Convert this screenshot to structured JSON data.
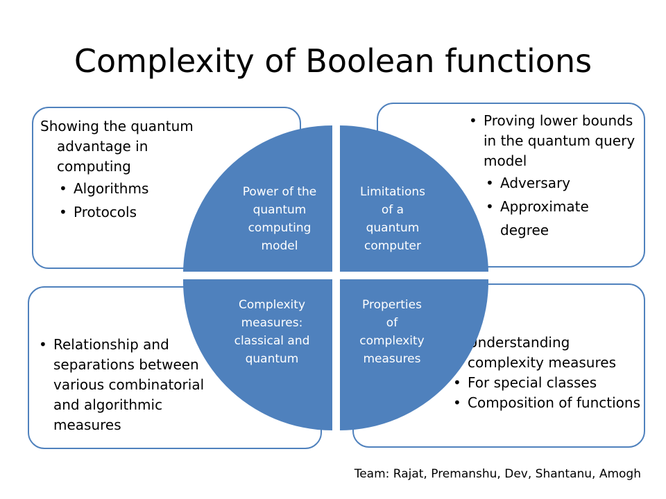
{
  "title": "Complexity of Boolean functions",
  "colors": {
    "quadrant_fill": "#4f81bd",
    "box_border": "#4f81bd",
    "quadrant_text": "#ffffff"
  },
  "quadrants": {
    "top_left": [
      "Power of the",
      "quantum",
      "computing",
      "model"
    ],
    "top_right": [
      "Limitations",
      "of a",
      "quantum",
      "computer"
    ],
    "bottom_left": [
      "Complexity",
      "measures:",
      "classical and",
      "quantum"
    ],
    "bottom_right": [
      "Properties",
      "of",
      "complexity",
      "measures"
    ]
  },
  "boxes": {
    "top_left": {
      "heading": "Showing the quantum advantage in computing",
      "items": [
        "Algorithms",
        "Protocols"
      ]
    },
    "top_right": {
      "heading": "Proving lower bounds in the quantum query model",
      "items": [
        "Adversary",
        "Approximate degree"
      ]
    },
    "bottom_left": {
      "items": [
        "Relationship and separations between various combinatorial and algorithmic measures"
      ]
    },
    "bottom_right": {
      "heading": "Understanding complexity measures",
      "items": [
        "For special classes",
        "Composition of functions"
      ]
    }
  },
  "footer": {
    "team": "Team: Rajat, Premanshu, Dev, Shantanu, Amogh"
  }
}
